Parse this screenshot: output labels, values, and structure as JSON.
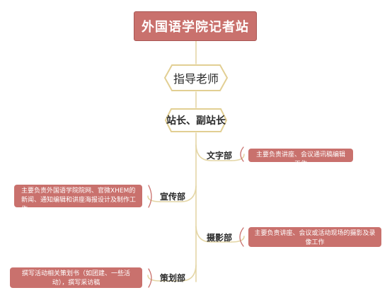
{
  "root": {
    "title": "外国语学院记者站"
  },
  "advisor": {
    "label": "指导老师"
  },
  "leader": {
    "label": "站长、副站长"
  },
  "departments": [
    {
      "name": "文字部",
      "description": "主要负责讲座、会议通讯稿编辑工作"
    },
    {
      "name": "宣传部",
      "description": "主要负责外国语学院院网、官微XHEM的新闻、通知编辑和讲座海报设计及制作工作"
    },
    {
      "name": "摄影部",
      "description": "主要负责讲座、会议或活动现场的摄影及录像工作"
    },
    {
      "name": "策划部",
      "description": "撰写活动相关策划书（如团建、一些活动），撰写采访稿"
    }
  ],
  "colors": {
    "accent": "#c9716d",
    "line": "#e4d6a6",
    "hex_border": "#e2cf93"
  }
}
